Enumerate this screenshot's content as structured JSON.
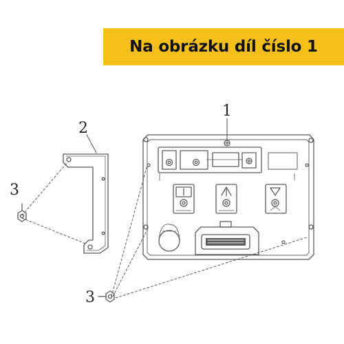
{
  "banner": {
    "text": "Na obrázku díl číslo 1",
    "background": "#F5BF1C"
  },
  "diagram": {
    "line_color": "#5a5a5a",
    "callouts": [
      "1",
      "2",
      "3",
      "3"
    ]
  }
}
